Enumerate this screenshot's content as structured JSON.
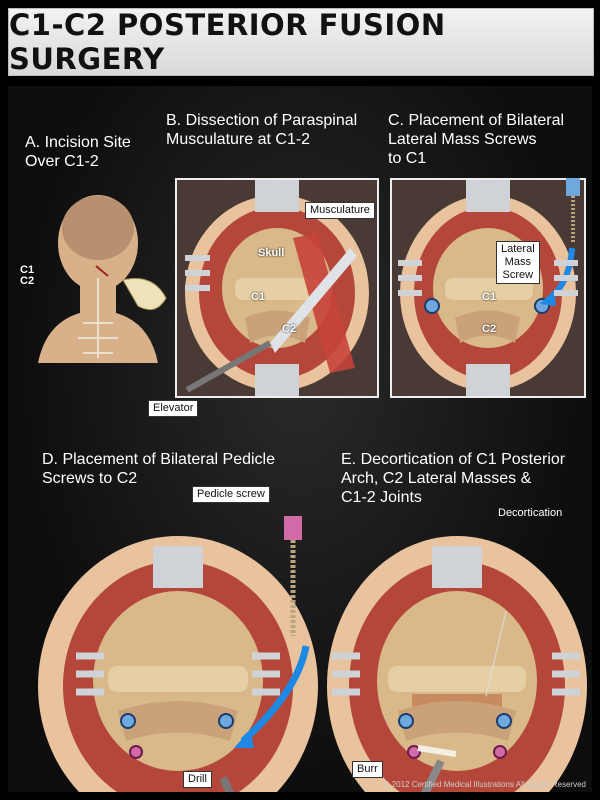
{
  "title": "C1-C2 POSTERIOR FUSION SURGERY",
  "panels": {
    "a": {
      "heading": "A. Incision Site\nOver C1-2",
      "labels": {
        "c1": "C1",
        "c2": "C2"
      }
    },
    "b": {
      "heading": "B. Dissection of Paraspinal\nMusculature at C1-2",
      "labels": {
        "musculature": "Musculature",
        "skull": "Skull",
        "c1": "C1",
        "c2": "C2",
        "elevator": "Elevator"
      }
    },
    "c": {
      "heading": "C. Placement of Bilateral\nLateral Mass Screws\nto C1",
      "labels": {
        "screw": "Lateral\nMass\nScrew",
        "c1": "C1",
        "c2": "C2"
      }
    },
    "d": {
      "heading": "D. Placement of Bilateral Pedicle\nScrews to C2",
      "labels": {
        "pedicle_screw": "Pedicle screw",
        "drill": "Drill"
      }
    },
    "e": {
      "heading": "E. Decortication of C1 Posterior\nArch, C2 Lateral Masses &\nC1-2 Joints",
      "labels": {
        "decortication": "Decortication",
        "burr": "Burr"
      }
    }
  },
  "copyright": "© 2012 Certified Medical Illustrations All Rights Reserved",
  "colors": {
    "muscle": "#b5473a",
    "bone": "#d9b98a",
    "skin": "#e8c39e",
    "retractor": "#cfd3d8",
    "arrow": "#1e88e5",
    "pedicle": "#d36aa8",
    "lateral_screw": "#6fa8dc"
  }
}
